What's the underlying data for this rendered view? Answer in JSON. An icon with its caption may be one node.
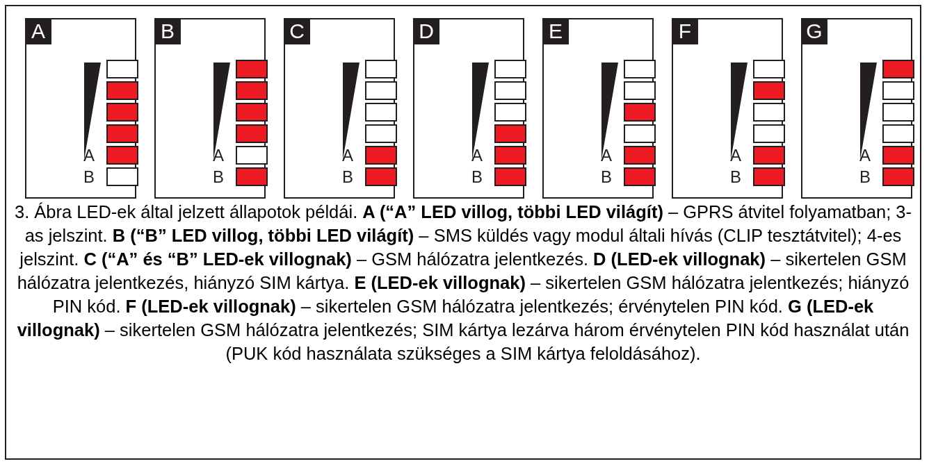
{
  "diagram": {
    "caption": "3. Ábra LED-ek által jelzett állapotok példái. **A (“A” LED villog, többi LED világít)** – GPRS átvitel folyamatban; 3-as jelszint. **B (“B” LED villog, többi LED világít)** – SMS küldés vagy modul általi hívás (CLIP tesztátvitel); 4-es jelszint. **C (“A” és “B” LED-ek villognak)** – GSM hálózatra jelentkezés. **D (LED-ek villognak)** – sikertelen GSM hálózatra jelentkezés, hiányzó SIM kártya. **E (LED-ek villognak)** – sikertelen GSM hálózatra jelentkezés; hiányzó PIN kód. **F (LED-ek villognak)** – sikertelen GSM hálózatra jelentkezés; érvénytelen PIN kód. **G (LED-ek villognak)** – sikertelen GSM hálózatra jelentkezés; SIM kártya lezárva három érvénytelen PIN kód használat után (PUK kód használata szükséges a SIM kártya feloldásához).",
    "nodes": [
      {
        "text": [
          "A",
          "A",
          "B"
        ]
      },
      {
        "text": [],
        "shape": "box",
        "in": 0
      },
      {
        "text": [],
        "shape": "box",
        "in": 0
      },
      {
        "text": [],
        "shape": "box",
        "in": 0
      },
      {
        "text": [],
        "shape": "box",
        "in": 0
      },
      {
        "text": [],
        "shape": "box",
        "in": 0
      },
      {
        "text": [],
        "shape": "box",
        "in": 0
      },
      {
        "text": [
          "B",
          "A",
          "B"
        ]
      },
      {
        "text": [],
        "shape": "box",
        "in": 7
      },
      {
        "text": [],
        "shape": "box",
        "in": 7
      },
      {
        "text": [],
        "shape": "box",
        "in": 7
      },
      {
        "text": [],
        "shape": "box",
        "in": 7
      },
      {
        "text": [],
        "shape": "box",
        "in": 7
      },
      {
        "text": [],
        "shape": "box",
        "in": 7
      },
      {
        "text": [
          "C",
          "A",
          "B"
        ]
      },
      {
        "text": [],
        "shape": "box",
        "in": 14
      },
      {
        "text": [],
        "shape": "box",
        "in": 14
      },
      {
        "text": [],
        "shape": "box",
        "in": 14
      },
      {
        "text": [],
        "shape": "box",
        "in": 14
      },
      {
        "text": [],
        "shape": "box",
        "in": 14
      },
      {
        "text": [],
        "shape": "box",
        "in": 14
      },
      {
        "text": [
          "D",
          "A",
          "B"
        ]
      },
      {
        "text": [],
        "shape": "box",
        "in": 21
      },
      {
        "text": [],
        "shape": "box",
        "in": 21
      },
      {
        "text": [],
        "shape": "box",
        "in": 21
      },
      {
        "text": [],
        "shape": "box",
        "in": 21
      },
      {
        "text": [],
        "shape": "box",
        "in": 21
      },
      {
        "text": [],
        "shape": "box",
        "in": 21
      },
      {
        "text": [
          "E",
          "A",
          "B"
        ]
      },
      {
        "text": [],
        "shape": "box",
        "in": 28
      },
      {
        "text": [],
        "shape": "box",
        "in": 28
      },
      {
        "text": [],
        "shape": "box",
        "in": 28
      },
      {
        "text": [],
        "shape": "box",
        "in": 28
      },
      {
        "text": [],
        "shape": "box",
        "in": 28
      },
      {
        "text": [],
        "shape": "box",
        "in": 28
      },
      {
        "text": [
          "F",
          "A",
          "B"
        ]
      },
      {
        "text": [],
        "shape": "box",
        "in": 35
      },
      {
        "text": [],
        "shape": "box",
        "in": 35
      },
      {
        "text": [],
        "shape": "box",
        "in": 35
      },
      {
        "text": [],
        "shape": "box",
        "in": 35
      },
      {
        "text": [],
        "shape": "box",
        "in": 35
      },
      {
        "text": [],
        "shape": "box",
        "in": 35
      },
      {
        "text": [
          "G",
          "A",
          "B"
        ]
      },
      {
        "text": [],
        "shape": "box",
        "in": 42
      },
      {
        "text": [],
        "shape": "box",
        "in": 42
      },
      {
        "text": [],
        "shape": "box",
        "in": 42
      },
      {
        "text": [],
        "shape": "box",
        "in": 42
      },
      {
        "text": [],
        "shape": "box",
        "in": 42
      },
      {
        "text": [],
        "shape": "box",
        "in": 42
      }
    ]
  }
}
